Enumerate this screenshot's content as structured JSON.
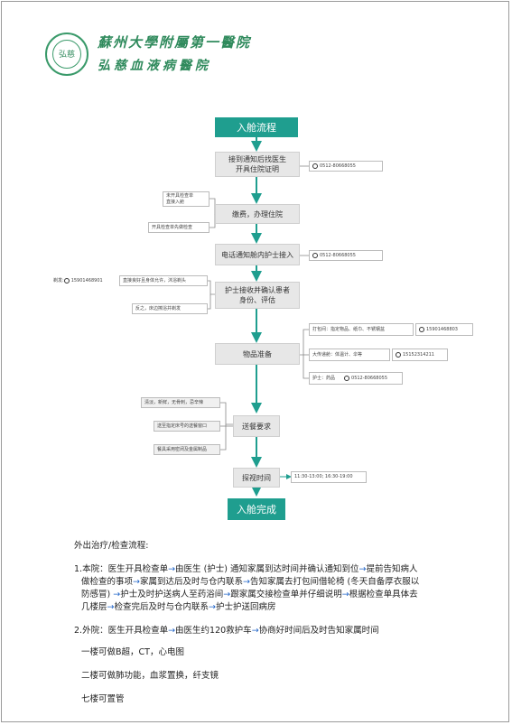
{
  "header": {
    "logo_text": "弘慈",
    "org_line1": "蘇州大學附屬第一醫院",
    "org_line2": "弘慈血液病醫院"
  },
  "flow": {
    "title": "入舱流程",
    "step1": [
      "接到通知后找医生",
      "开具住院证明"
    ],
    "step1_phone": "0512-80668055",
    "step2": "缴费，办理住院",
    "step2_note_a": [
      "未开具检查单",
      "直接入舱"
    ],
    "step2_note_b": "开具检查单先做检查",
    "step3": "电话通知舱内护士接入",
    "step3_phone": "0512-80668055",
    "step4": [
      "护士接收并确认患者",
      "身份、评估"
    ],
    "step4_note_a": "直接良好且身体允许，沐浴剃头",
    "step4_note_a_phone_label": "剃发:",
    "step4_note_a_phone": "15901468901",
    "step4_note_b": "反之，床边擦浴并剃发",
    "step5": "物品准备",
    "step5_items": [
      {
        "label": "打包间：指定物品、纸巾、不锈钢盆",
        "phone": "15901468803"
      },
      {
        "label": "大传递舱：体温计、伞等",
        "phone": "15152314211"
      },
      {
        "label": "护士：药品",
        "phone": "0512-80668055"
      }
    ],
    "step6": "送餐要求",
    "step6_notes": [
      "清淡，新鲜，无骨刺，忌辛辣",
      "送至指定床号的送餐窗口",
      "餐具采用密闭及金属制品"
    ],
    "step7": "探视时间",
    "step7_times": "11:30-13:00;  16:30-19:00",
    "end": "入舱完成"
  },
  "text": {
    "section_title": "外出治疗/检查流程:",
    "item1_line1": "1.本院：医生开具检查单→由医生 (护士) 通知家属到达时间并确认通知到位→提前告知病人",
    "item1_line2": "做检查的事项→家属到达后及时与仓内联系→告知家属去打包间借轮椅 (冬天自备厚衣服以",
    "item1_line3": "防感冒) →护士及时护送病人至药浴间→跟家属交接检查单并仔细说明→根据检查单具体去",
    "item1_line4": "几楼层→检查完后及时与仓内联系→护士护送回病房",
    "item2": "2.外院：医生开具检查单→由医生约120救护车→协商好时间后及时告知家属时间",
    "floor1": "一楼可做B超，CT，心电图",
    "floor2": "二楼可做肺功能，血浆置换，纤支镜",
    "floor7": "七楼可置管"
  },
  "colors": {
    "teal": "#1f9e8f",
    "green": "#2f8a5c",
    "arrow_blue": "#1e63c8"
  }
}
